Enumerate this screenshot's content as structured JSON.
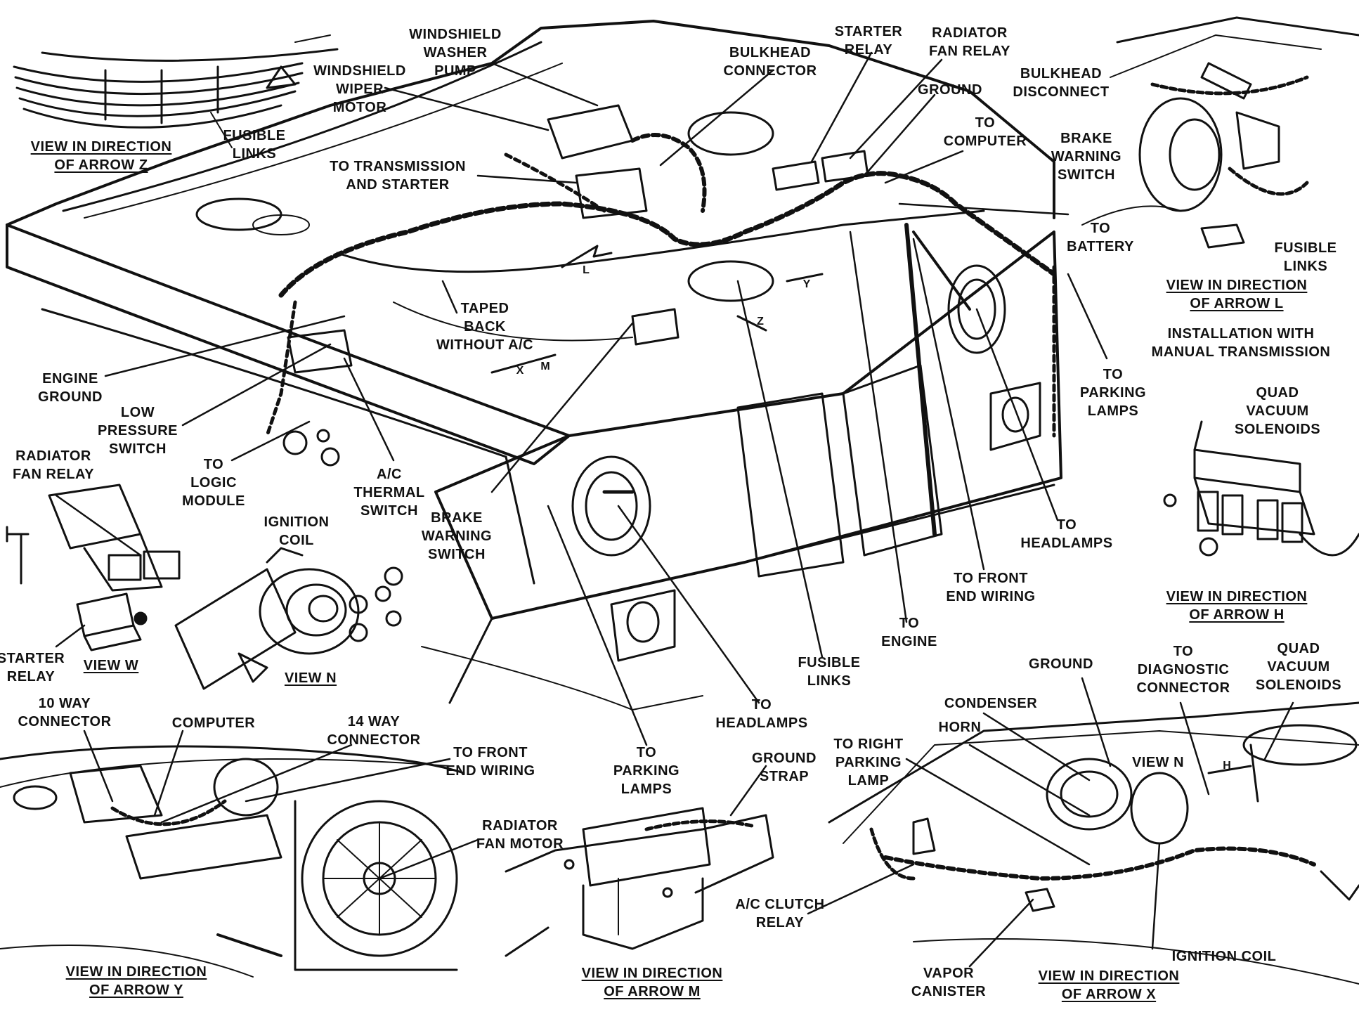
{
  "colors": {
    "ink": "#111111",
    "paper": "#ffffff",
    "fill": "#e4e4e4"
  },
  "arrow_symbols": {
    "l": "L",
    "y": "Y",
    "z": "Z",
    "x": "X",
    "m": "M",
    "h": "H"
  },
  "labels": {
    "windshield_washer_pump": "WINDSHIELD\nWASHER\nPUMP",
    "windshield_wiper_motor": "WINDSHIELD\nWIPER\nMOTOR",
    "bulkhead_connector": "BULKHEAD\nCONNECTOR",
    "starter_relay_top": "STARTER\nRELAY",
    "radiator_fan_relay_top": "RADIATOR\nFAN RELAY",
    "ground_top": "GROUND",
    "to_computer": "TO\nCOMPUTER",
    "bulkhead_disconnect": "BULKHEAD\nDISCONNECT",
    "brake_warning_switch_top": "BRAKE\nWARNING\nSWITCH",
    "to_battery": "TO\nBATTERY",
    "fusible_links_right": "FUSIBLE\nLINKS",
    "fusible_links_topleft": "FUSIBLE\nLINKS",
    "to_transmission": "TO TRANSMISSION\nAND STARTER",
    "taped_back": "TAPED\nBACK\nWITHOUT A/C",
    "engine_ground": "ENGINE\nGROUND",
    "low_pressure_switch": "LOW\nPRESSURE\nSWITCH",
    "to_logic_module": "TO\nLOGIC\nMODULE",
    "ac_thermal_switch": "A/C\nTHERMAL\nSWITCH",
    "brake_warning_switch_mid": "BRAKE\nWARNING\nSWITCH",
    "radiator_fan_relay_left": "RADIATOR\nFAN RELAY",
    "ignition_coil_top": "IGNITION\nCOIL",
    "starter_relay_left": "STARTER\nRELAY",
    "installation_manual": "INSTALLATION WITH\nMANUAL TRANSMISSION",
    "to_parking_lamps_right": "TO\nPARKING\nLAMPS",
    "quad_vacuum_top": "QUAD\nVACUUM\nSOLENOIDS",
    "to_headlamps_right": "TO\nHEADLAMPS",
    "to_front_end_mid": "TO FRONT\nEND WIRING",
    "to_engine": "TO\nENGINE",
    "fusible_links_mid": "FUSIBLE\nLINKS",
    "to_headlamps_mid": "TO\nHEADLAMPS",
    "to_parking_lamps_mid": "TO\nPARKING\nLAMPS",
    "ground_strap": "GROUND\nSTRAP",
    "ten_way": "10 WAY\nCONNECTOR",
    "computer_bottom": "COMPUTER",
    "fourteen_way": "14 WAY\nCONNECTOR",
    "to_front_end_bottom": "TO FRONT\nEND WIRING",
    "radiator_fan_motor": "RADIATOR\nFAN MOTOR",
    "ground_bottom": "GROUND",
    "to_diagnostic": "TO\nDIAGNOSTIC\nCONNECTOR",
    "quad_vacuum_bottom": "QUAD\nVACUUM\nSOLENOIDS",
    "condenser": "CONDENSER",
    "horn": "HORN",
    "view_n_bottom": "VIEW N",
    "to_right_parking": "TO RIGHT\nPARKING\nLAMP",
    "ac_clutch_relay": "A/C CLUTCH\nRELAY",
    "vapor_canister": "VAPOR\nCANISTER",
    "ignition_coil_bottom": "IGNITION COIL"
  },
  "captions": {
    "arrow_z": "VIEW IN DIRECTION\nOF ARROW Z",
    "arrow_l": "VIEW IN DIRECTION\nOF ARROW L",
    "arrow_h": "VIEW IN DIRECTION\nOF ARROW H",
    "view_w": "VIEW W",
    "view_n": "VIEW N",
    "arrow_y": "VIEW IN DIRECTION\nOF ARROW Y",
    "arrow_m": "VIEW IN DIRECTION\nOF ARROW M",
    "arrow_x": "VIEW IN DIRECTION\nOF ARROW X"
  }
}
